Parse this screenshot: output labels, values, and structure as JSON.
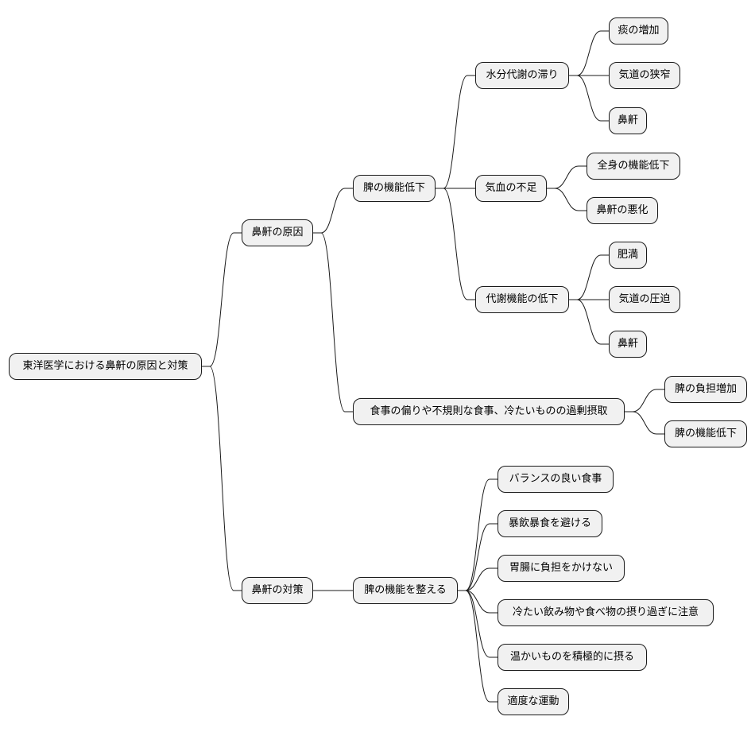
{
  "colors": {
    "node_fill": "#f1f1f1",
    "node_border": "#1a1a1a",
    "edge": "#1a1a1a"
  },
  "root": {
    "label": "東洋医学における鼻鼾の原因と対策"
  },
  "cause": {
    "label": "鼻鼾の原因",
    "spleen_decline": {
      "label": "脾の機能低下",
      "water_stagnation": {
        "label": "水分代謝の滞り",
        "children": [
          "痰の増加",
          "気道の狭窄",
          "鼻鼾"
        ]
      },
      "qi_blood_deficiency": {
        "label": "気血の不足",
        "children": [
          "全身の機能低下",
          "鼻鼾の悪化"
        ]
      },
      "metabolism_decline": {
        "label": "代謝機能の低下",
        "children": [
          "肥満",
          "気道の圧迫",
          "鼻鼾"
        ]
      }
    },
    "diet": {
      "label": "食事の偏りや不規則な食事、冷たいものの過剰摂取",
      "children": [
        "脾の負担増加",
        "脾の機能低下"
      ]
    }
  },
  "countermeasure": {
    "label": "鼻鼾の対策",
    "regulate_spleen": {
      "label": "脾の機能を整える",
      "children": [
        "バランスの良い食事",
        "暴飲暴食を避ける",
        "胃腸に負担をかけない",
        "冷たい飲み物や食べ物の摂り過ぎに注意",
        "温かいものを積極的に摂る",
        "適度な運動"
      ]
    }
  }
}
